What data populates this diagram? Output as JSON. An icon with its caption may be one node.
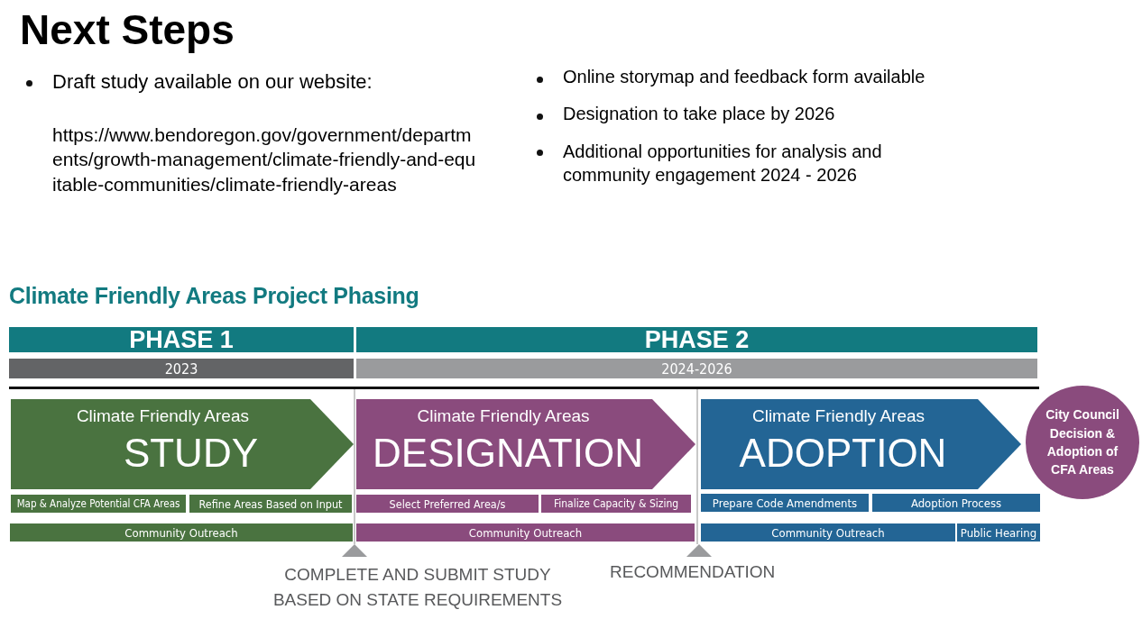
{
  "diagram": {
    "title": "Next Steps",
    "nodes": [
      {
        "text": [
          "PHASE 1"
        ]
      },
      {
        "text": [
          "2023"
        ]
      },
      {
        "text": [
          "PHASE 2"
        ]
      },
      {
        "text": [
          "2024-2026"
        ]
      },
      {
        "text": [
          "Climate Friendly Areas",
          "STUDY"
        ]
      },
      {
        "text": [
          "Climate Friendly Areas",
          "DESIGNATION"
        ]
      },
      {
        "text": [
          "Climate Friendly Areas",
          "ADOPTION"
        ]
      },
      {
        "text": [
          "City Council Decision & Adoption of CFA Areas"
        ]
      },
      {
        "text": [
          "Map & Analyze Potential CFA Areas"
        ]
      },
      {
        "text": [
          "Refine Areas Based on Input"
        ]
      },
      {
        "text": [
          "Select Preferred Area/s"
        ]
      },
      {
        "text": [
          "Finalize Capacity & Sizing"
        ]
      },
      {
        "text": [
          "Prepare Code Amendments"
        ]
      },
      {
        "text": [
          "Adoption Process"
        ]
      },
      {
        "text": [
          "Community Outreach"
        ]
      },
      {
        "text": [
          "Community Outreach"
        ]
      },
      {
        "text": [
          "Community Outreach"
        ]
      },
      {
        "text": [
          "Public Hearing"
        ]
      }
    ],
    "labels": [
      "Draft study available on our website:",
      "https://www.bendoregon.gov/government/departments/growth-management/climate-friendly-and-equitable-communities/climate-friendly-areas",
      "Online storymap and feedback form available",
      "Designation to take place by 2026",
      "Additional opportunities for analysis and community engagement 2024 - 2026",
      "Climate Friendly Areas Project Phasing",
      "COMPLETE AND SUBMIT STUDY BASED ON STATE REQUIREMENTS",
      "RECOMMENDATION"
    ]
  }
}
